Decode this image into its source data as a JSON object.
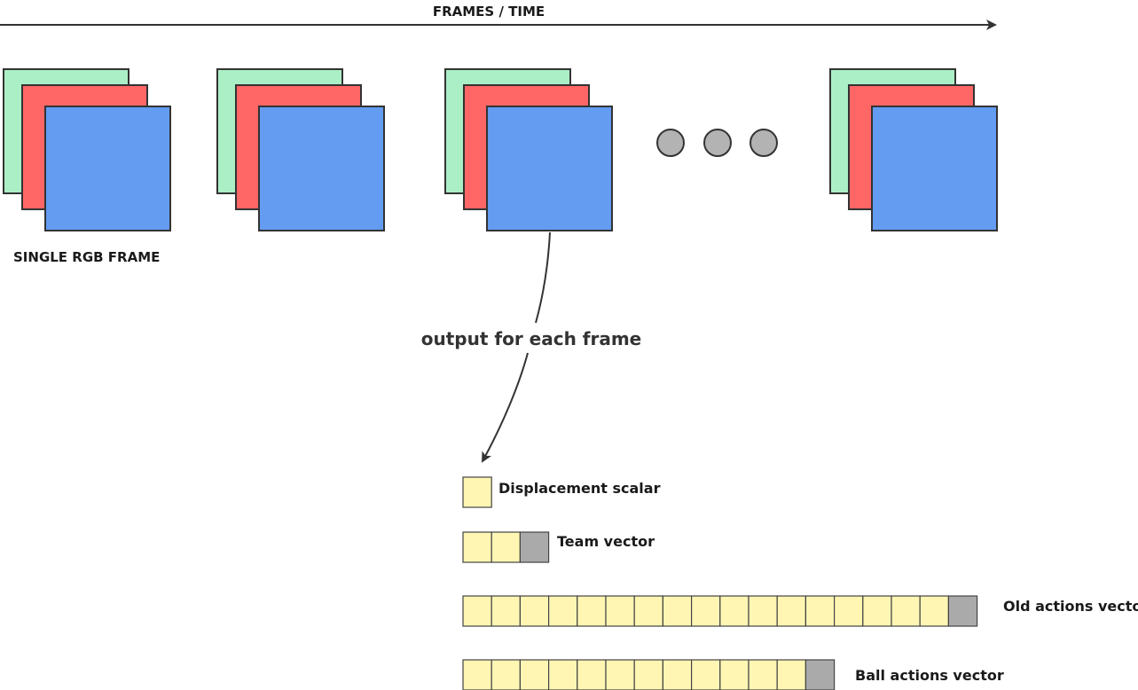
{
  "axis": {
    "label": "FRAMES / TIME"
  },
  "frame_label": "SINGLE RGB FRAME",
  "frames": [
    {
      "name": "frame-1"
    },
    {
      "name": "frame-2"
    },
    {
      "name": "frame-3"
    },
    {
      "name": "frame-last"
    }
  ],
  "ellipsis_dots": 3,
  "output_label": "output for each frame",
  "outputs": [
    {
      "label": "Displacement scalar",
      "cells": 1,
      "gray_cells": 0
    },
    {
      "label": "Team vector",
      "cells": 3,
      "gray_cells": 1
    },
    {
      "label": "Old actions vector",
      "cells": 18,
      "gray_cells": 1
    },
    {
      "label": "Ball actions vector",
      "cells": 13,
      "gray_cells": 1
    }
  ],
  "colors": {
    "green_channel": "#abefc6",
    "red_channel": "#ff6666",
    "blue_channel": "#639cf1",
    "vector_cell": "#fff6b3",
    "vector_cell_null": "#aaaaaa",
    "dot": "#b3b3b3",
    "stroke": "#333333"
  }
}
